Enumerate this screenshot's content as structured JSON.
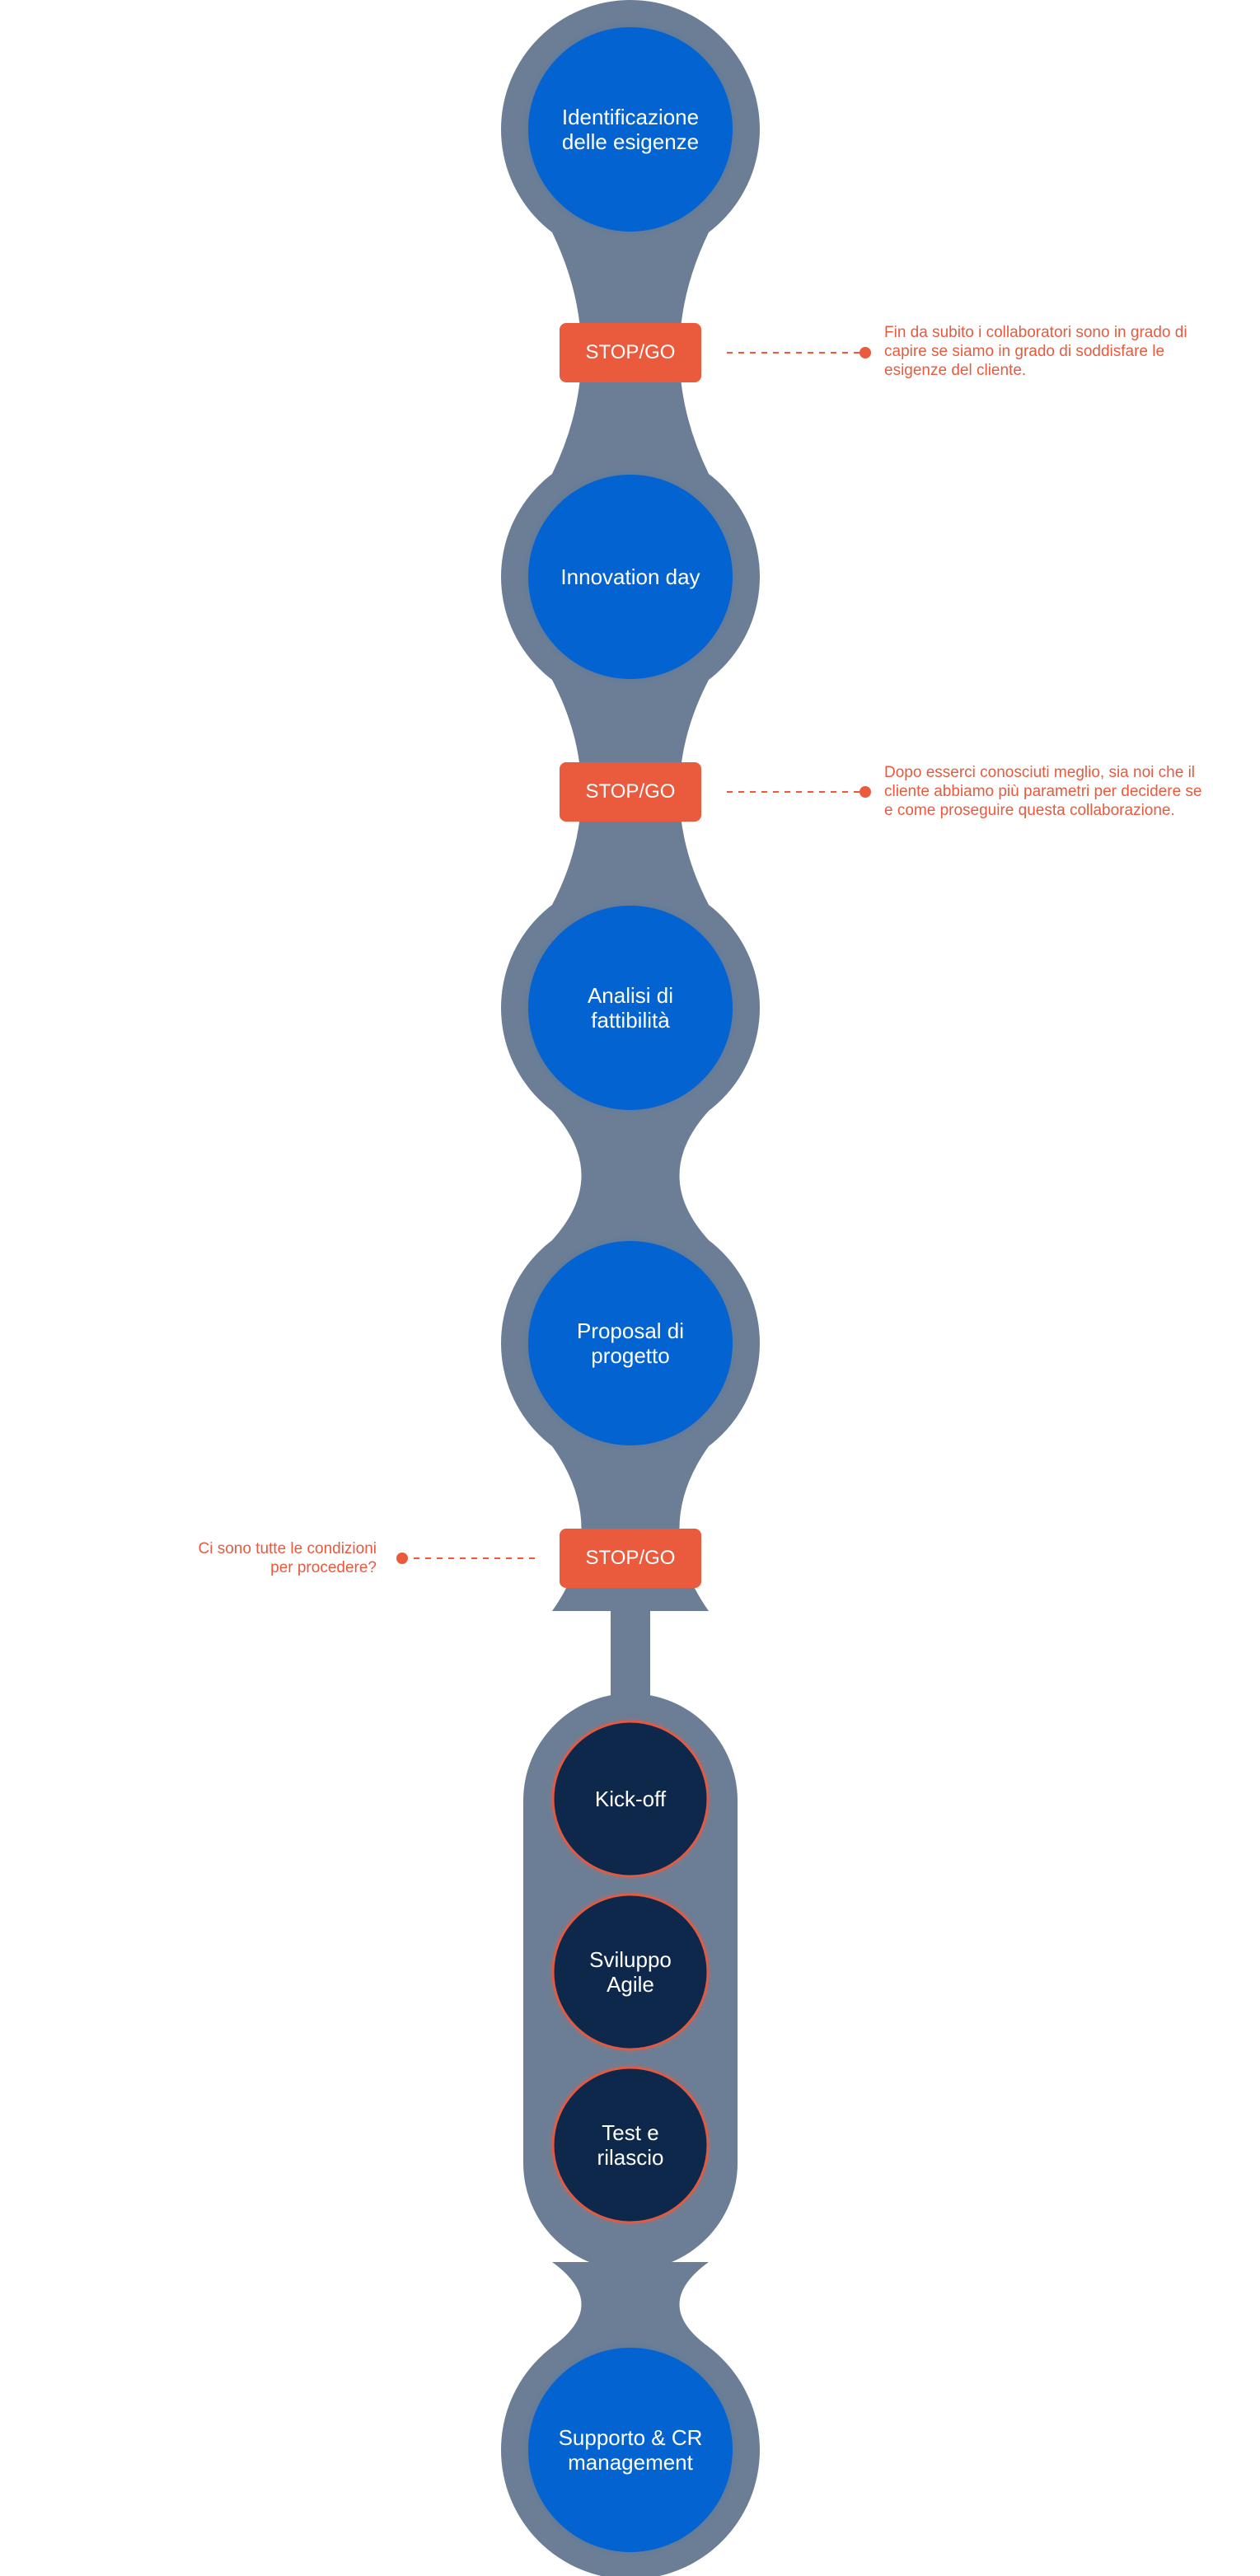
{
  "stages": [
    {
      "id": "identificazione",
      "lines": [
        "Identificazione",
        "delle esigenze"
      ],
      "kind": "phase"
    },
    {
      "id": "innovation-day",
      "lines": [
        "Innovation day"
      ],
      "kind": "phase"
    },
    {
      "id": "analisi",
      "lines": [
        "Analisi di",
        "fattibilità"
      ],
      "kind": "phase"
    },
    {
      "id": "proposal",
      "lines": [
        "Proposal di",
        "progetto"
      ],
      "kind": "phase"
    },
    {
      "id": "kick-off",
      "lines": [
        "Kick-off"
      ],
      "kind": "execution"
    },
    {
      "id": "sviluppo",
      "lines": [
        "Sviluppo",
        "Agile"
      ],
      "kind": "execution"
    },
    {
      "id": "test",
      "lines": [
        "Test e",
        "rilascio"
      ],
      "kind": "execution"
    },
    {
      "id": "supporto",
      "lines": [
        "Supporto & CR",
        "management"
      ],
      "kind": "phase"
    }
  ],
  "gates": [
    {
      "label": "STOP/GO",
      "note": [
        "Fin da subito i collaboratori sono in grado di",
        "capire se siamo in grado di soddisfare le",
        "esigenze del cliente."
      ],
      "side": "right"
    },
    {
      "label": "STOP/GO",
      "note": [
        "Dopo esserci conosciuti meglio, sia noi che il",
        "cliente abbiamo più parametri per decidere se",
        "e come proseguire questa collaborazione."
      ],
      "side": "right"
    },
    {
      "label": "STOP/GO",
      "note": [
        "Ci sono tutte le condizioni",
        "per procedere?"
      ],
      "side": "left"
    }
  ],
  "colors": {
    "track": "#6b7e95",
    "phase_circle": "#0363d1",
    "execution_circle": "#0e284b",
    "execution_ring": "#e05a44",
    "gate": "#ea5a3d",
    "note_text": "#e85a3e"
  }
}
